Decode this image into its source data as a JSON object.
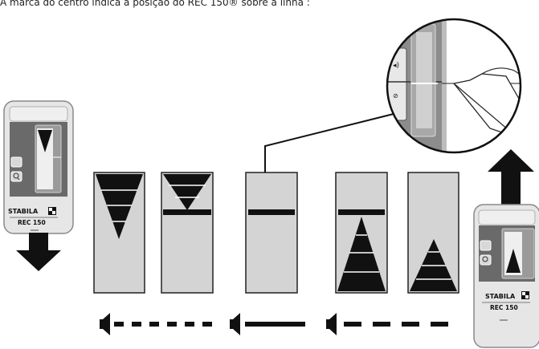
{
  "caption": "A marca do centro indica a posição do REC 150® sobre a linha :",
  "device": {
    "brand": "STABILA",
    "model": "REC 150"
  },
  "panels": [
    {
      "name": "panel-1",
      "state": "triangle-down"
    },
    {
      "name": "panel-2",
      "state": "triangle-down-with-bar"
    },
    {
      "name": "panel-3",
      "state": "center-bar"
    },
    {
      "name": "panel-4",
      "state": "triangle-up-with-bar"
    },
    {
      "name": "panel-5",
      "state": "triangle-up"
    }
  ],
  "sound_signals": [
    "short-beeps",
    "continuous-tone",
    "long-beeps"
  ],
  "icons": [
    "arrow-down-icon",
    "arrow-up-icon",
    "speaker-icon",
    "magnifier-icon",
    "pencil-hand-icon"
  ]
}
